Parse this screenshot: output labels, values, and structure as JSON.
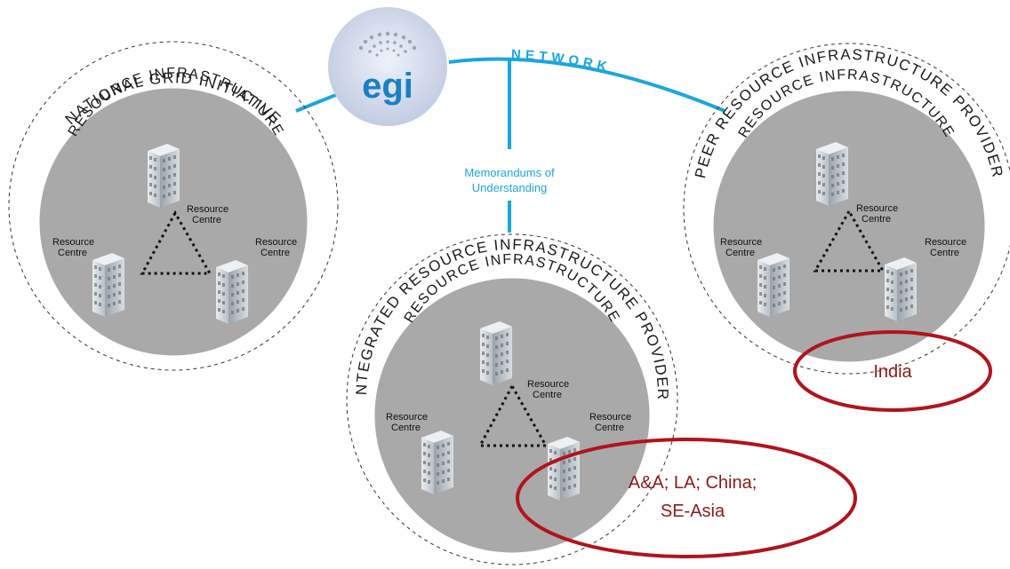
{
  "network": {
    "label": "NETWORK",
    "mou_line1": "Memorandums of",
    "mou_line2": "Understanding"
  },
  "logo": {
    "text": "egi"
  },
  "left": {
    "outer_label": "NATIONAL GRID INITIATIVE",
    "inner_label": "RESOURCE INFRASTRUCTURE",
    "rc_label": "Resource",
    "rc_label2": "Centre"
  },
  "middle": {
    "outer_label": "INTEGRATED RESOURCE INFRASTRUCTURE PROVIDER",
    "inner_label": "RESOURCE INFRASTRUCTURE",
    "rc_label": "Resource",
    "rc_label2": "Centre"
  },
  "right": {
    "outer_label": "PEER RESOURCE INFRASTRUCTURE PROVIDER",
    "inner_label": "RESOURCE INFRASTRUCTURE",
    "rc_label": "Resource",
    "rc_label2": "Centre"
  },
  "highlights": {
    "india": "India",
    "asia_line1": "A&A; LA; China;",
    "asia_line2": "SE-Asia"
  },
  "colors": {
    "network": "#1ba6dc",
    "circle_fill": "#a9a9a9",
    "highlight": "#b0141c",
    "region_text": "#8b1a1a"
  }
}
